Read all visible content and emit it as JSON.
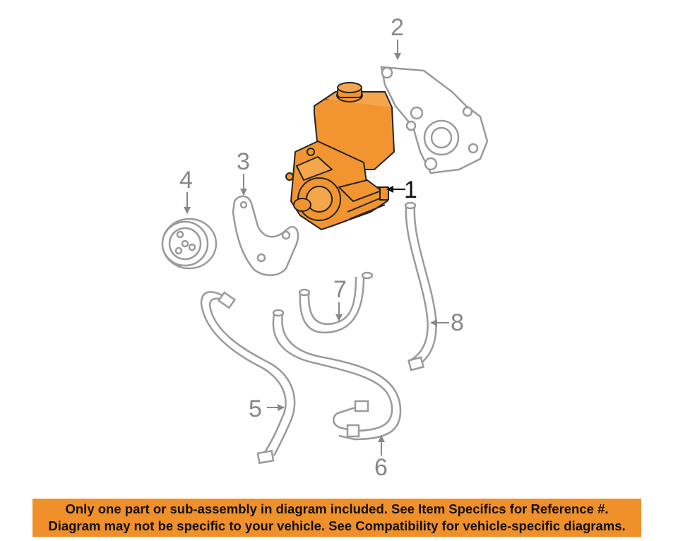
{
  "diagram": {
    "callouts": [
      "1",
      "2",
      "3",
      "4",
      "5",
      "6",
      "7",
      "8"
    ],
    "colors": {
      "highlight_part": "#f29530",
      "line_art": "#9a9a9a",
      "highlight_outline": "#222222"
    }
  },
  "banner": {
    "line1": "Only one part or sub-assembly in diagram included. See Item Specifics for Reference #.",
    "line2": "Diagram may not be specific to your vehicle. See Compatibility for vehicle-specific diagrams.",
    "color": "#f0902a"
  }
}
